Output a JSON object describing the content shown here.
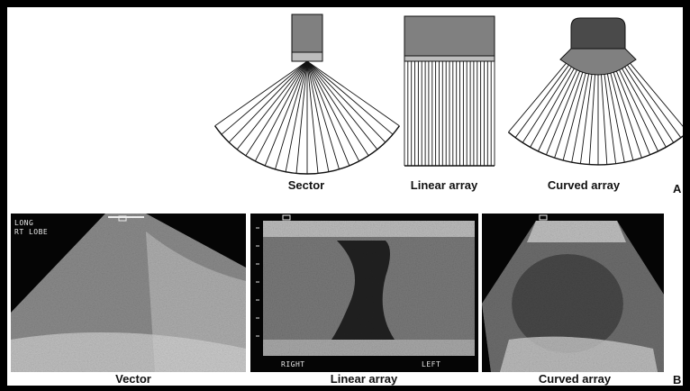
{
  "transducers": [
    {
      "type": "sector",
      "label": "Sector"
    },
    {
      "type": "linear",
      "label": "Linear array"
    },
    {
      "type": "curved",
      "label": "Curved array"
    }
  ],
  "images": [
    {
      "mode": "vector",
      "label": "Vector",
      "overlay_lines": [
        "LONG",
        "RT LOBE"
      ]
    },
    {
      "mode": "linear",
      "label": "Linear array",
      "overlay_left": "RIGHT",
      "overlay_right": "LEFT"
    },
    {
      "mode": "curved",
      "label": "Curved array"
    }
  ],
  "panel_letters": {
    "top": "A",
    "bottom": "B"
  },
  "colors": {
    "frame": "#000000",
    "line": "#111111",
    "probe": "#808080",
    "probe_dark": "#4a4a4a"
  }
}
